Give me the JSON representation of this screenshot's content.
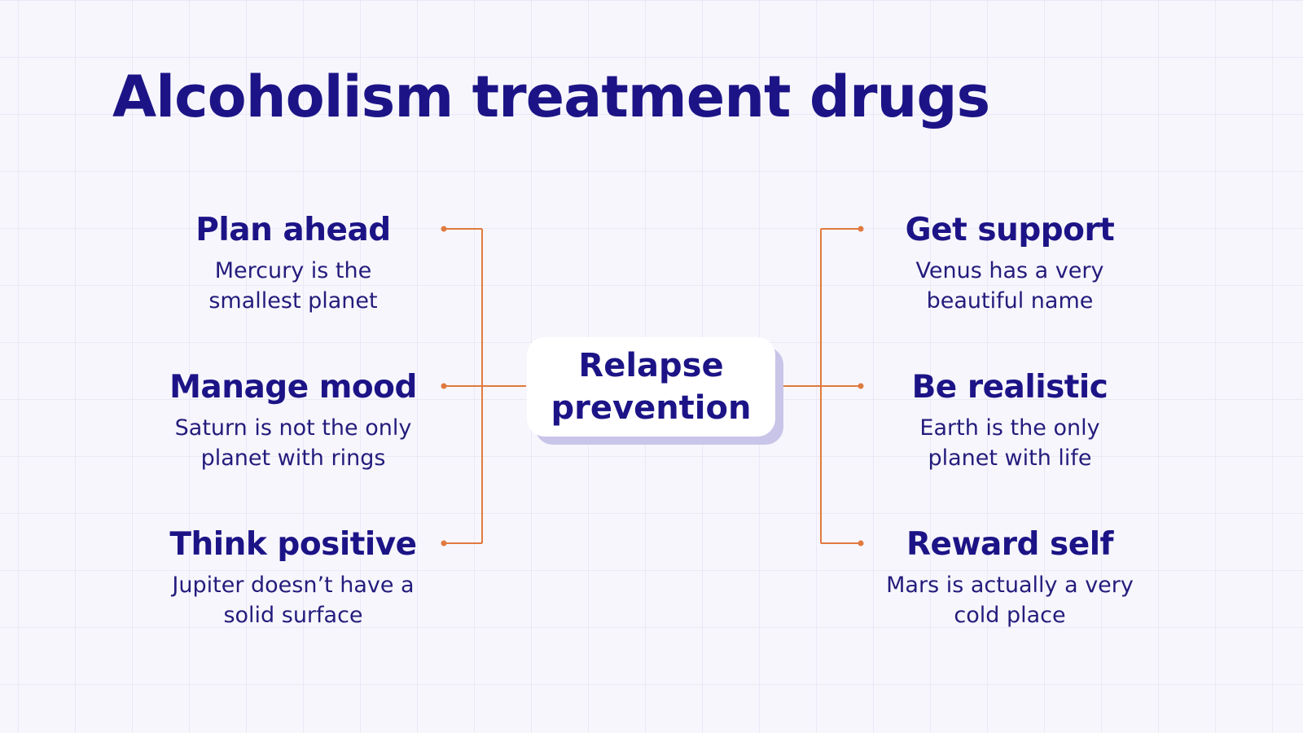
{
  "title": "Alcoholism treatment drugs",
  "center": {
    "line1": "Relapse",
    "line2": "prevention"
  },
  "left_items": [
    {
      "heading": "Plan ahead",
      "line1": "Mercury is the",
      "line2": "smallest planet"
    },
    {
      "heading": "Manage mood",
      "line1": "Saturn is not the only",
      "line2": "planet with rings"
    },
    {
      "heading": "Think positive",
      "line1": "Jupiter doesn’t have a",
      "line2": "solid surface"
    }
  ],
  "right_items": [
    {
      "heading": "Get support",
      "line1": "Venus has a very",
      "line2": "beautiful name"
    },
    {
      "heading": "Be realistic",
      "line1": "Earth is the only",
      "line2": "planet with life"
    },
    {
      "heading": "Reward self",
      "line1": "Mars is actually a very",
      "line2": "cold place"
    }
  ],
  "colors": {
    "background": "#f7f6fd",
    "grid": "#e9e8f5",
    "heading": "#1c1486",
    "connector": "#e07a3f",
    "center_shadow": "#c9c5e8"
  }
}
